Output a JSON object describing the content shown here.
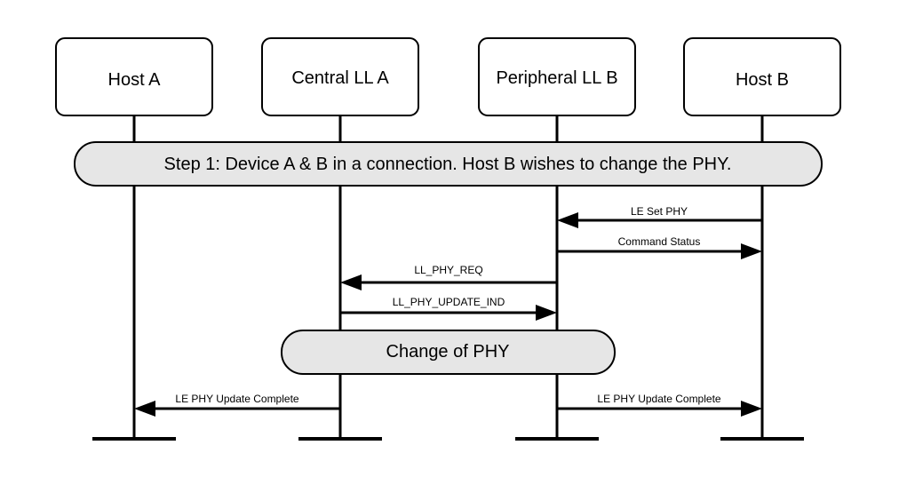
{
  "participants": [
    {
      "label": "Host A"
    },
    {
      "label": "Central LL A"
    },
    {
      "label": "Peripheral LL B"
    },
    {
      "label": "Host B"
    }
  ],
  "notes": {
    "step1": "Step 1: Device A & B in a connection. Host B wishes to change the PHY.",
    "change_phy": "Change of PHY"
  },
  "messages": [
    {
      "label": "LE Set PHY",
      "from": "Host B",
      "to": "Peripheral LL B"
    },
    {
      "label": "Command Status",
      "from": "Peripheral LL B",
      "to": "Host B"
    },
    {
      "label": "LL_PHY_REQ",
      "from": "Peripheral LL B",
      "to": "Central LL A"
    },
    {
      "label": "LL_PHY_UPDATE_IND",
      "from": "Central LL A",
      "to": "Peripheral LL B"
    },
    {
      "label": "LE PHY Update Complete",
      "from": "Central LL A",
      "to": "Host A"
    },
    {
      "label": "LE PHY Update Complete",
      "from": "Peripheral LL B",
      "to": "Host B"
    }
  ]
}
